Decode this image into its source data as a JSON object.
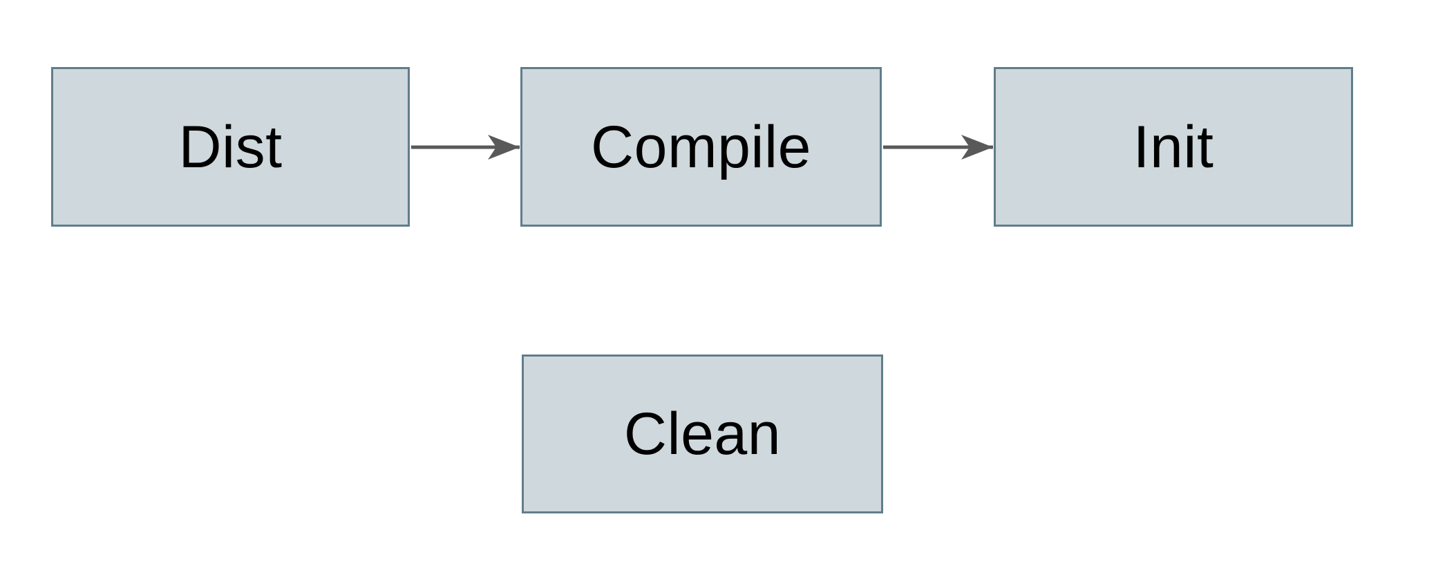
{
  "colors": {
    "canvas": "#ffffff",
    "node_fill": "#cfd8dc",
    "node_border": "#607d8b",
    "arrow": "#595959",
    "text": "#000000"
  },
  "nodes": {
    "dist": {
      "label": "Dist"
    },
    "compile": {
      "label": "Compile"
    },
    "init": {
      "label": "Init"
    },
    "clean": {
      "label": "Clean"
    }
  },
  "edges": [
    {
      "from": "Dist",
      "to": "Compile"
    },
    {
      "from": "Compile",
      "to": "Init"
    }
  ]
}
